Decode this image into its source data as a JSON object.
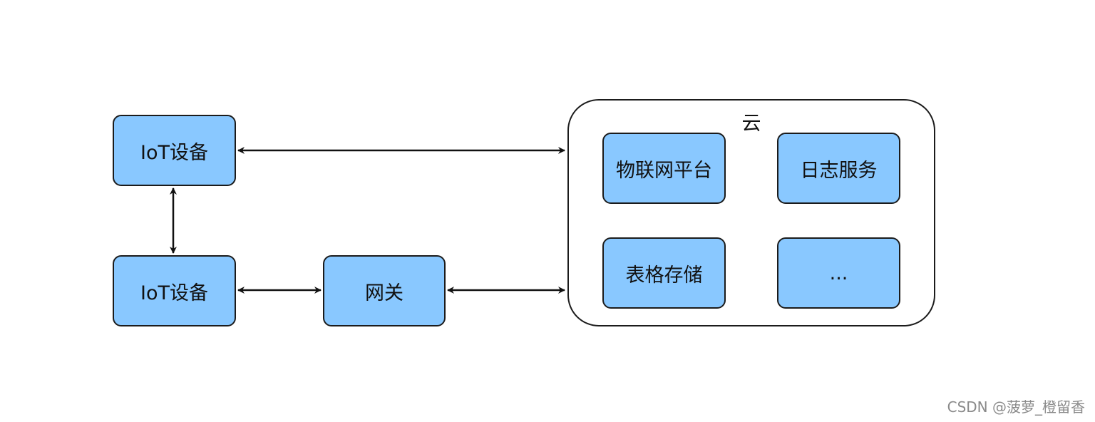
{
  "diagram": {
    "nodes": {
      "iot_device_top": "IoT设备",
      "iot_device_bottom": "IoT设备",
      "gateway": "网关"
    },
    "cloud": {
      "title": "云",
      "services": {
        "iot_platform": "物联网平台",
        "log_service": "日志服务",
        "table_storage": "表格存储",
        "more": "..."
      }
    },
    "edges": [
      {
        "from": "iot_device_top",
        "to": "cloud",
        "direction": "both"
      },
      {
        "from": "iot_device_top",
        "to": "iot_device_bottom",
        "direction": "both"
      },
      {
        "from": "iot_device_bottom",
        "to": "gateway",
        "direction": "both"
      },
      {
        "from": "gateway",
        "to": "cloud",
        "direction": "both"
      }
    ],
    "colors": {
      "node_fill": "#89c8ff",
      "stroke": "#1b1b1b"
    }
  },
  "watermark": "CSDN @菠萝_橙留香"
}
